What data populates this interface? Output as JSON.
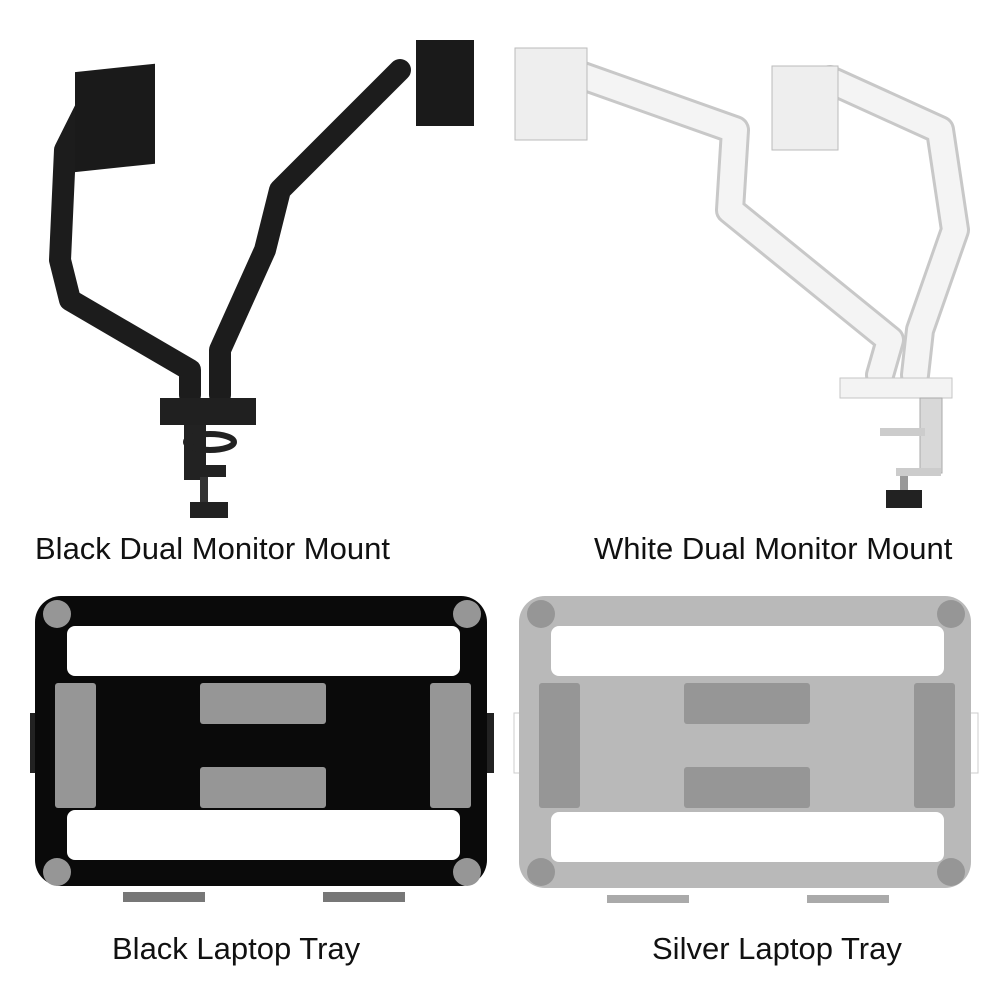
{
  "products": [
    {
      "caption": "Black Dual Monitor Mount",
      "color": "#1a1a1a"
    },
    {
      "caption": "White Dual Monitor Mount",
      "color": "#f2f2f2"
    },
    {
      "caption": "Black Laptop Tray",
      "color": "#0a0a0a",
      "pad_color": "#969696"
    },
    {
      "caption": "Silver Laptop Tray",
      "color": "#b9b9b9",
      "pad_color": "#969696"
    }
  ]
}
